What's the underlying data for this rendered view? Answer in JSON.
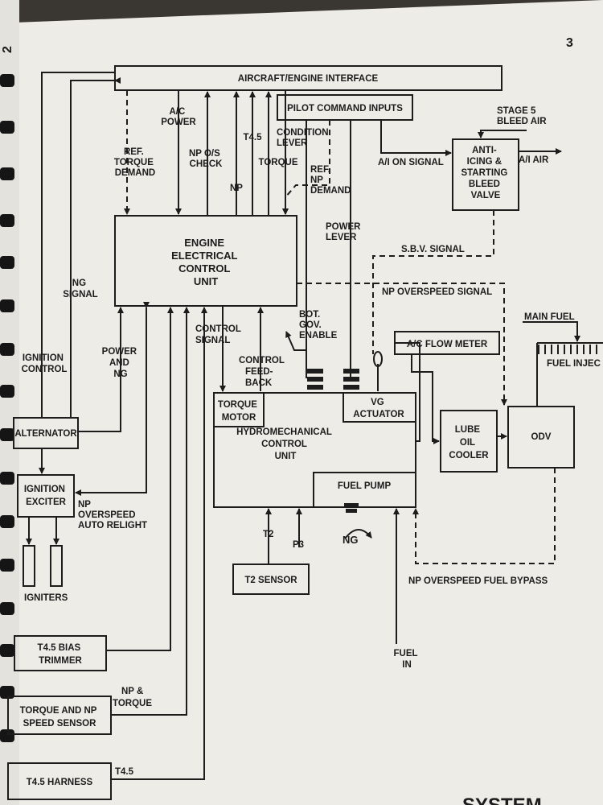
{
  "page": {
    "page_number": "3",
    "left_page_number": "2",
    "footer_fragment": "SYSTEM"
  },
  "blocks": {
    "interface": "AIRCRAFT/ENGINE INTERFACE",
    "pilot_inputs": "PILOT COMMAND INPUTS",
    "anti_icing": [
      "ANTI-",
      "ICING &",
      "STARTING",
      "BLEED",
      "VALVE"
    ],
    "eecu": [
      "ENGINE",
      "ELECTRICAL",
      "CONTROL",
      "UNIT"
    ],
    "alternator": "ALTERNATOR",
    "ignition_exciter": [
      "IGNITION",
      "EXCITER"
    ],
    "igniters": "IGNITERS",
    "torque_motor": [
      "TORQUE",
      "MOTOR"
    ],
    "vg_actuator": [
      "VG",
      "ACTUATOR"
    ],
    "hmu": [
      "HYDROMECHANICAL",
      "CONTROL",
      "UNIT"
    ],
    "fuel_pump": "FUEL PUMP",
    "lube_oil_cooler": [
      "LUBE",
      "OIL",
      "COOLER"
    ],
    "odv": "ODV",
    "flow_meter": "A/C FLOW METER",
    "t2_sensor": "T2 SENSOR",
    "t45_bias": [
      "T4.5 BIAS",
      "TRIMMER"
    ],
    "torque_np_sensor": [
      "TORQUE AND NP",
      "SPEED SENSOR"
    ],
    "t45_harness": "T4.5 HARNESS"
  },
  "labels": {
    "ac_power": [
      "A/C",
      "POWER"
    ],
    "ref_torque": [
      "REF.",
      "TORQUE",
      "DEMAND"
    ],
    "np_os_check": [
      "NP O/S",
      "CHECK"
    ],
    "np": "NP",
    "t45": "T4.5",
    "torque": "TORQUE",
    "condition_lever": [
      "CONDITION",
      "LEVER"
    ],
    "ref_np_demand": [
      "REF.",
      "NP",
      "DEMAND"
    ],
    "power_lever": [
      "POWER",
      "LEVER"
    ],
    "stage5": [
      "STAGE 5",
      "BLEED AIR"
    ],
    "ai_on_signal": "A/I ON SIGNAL",
    "ai_air": "A/I AIR",
    "sbv_signal": "S.B.V. SIGNAL",
    "np_overspeed_signal": "NP OVERSPEED SIGNAL",
    "ng_signal": [
      "NG",
      "SIGNAL"
    ],
    "ignition_control": [
      "IGNITION",
      "CONTROL"
    ],
    "power_and_ng": [
      "POWER",
      "AND",
      "NG"
    ],
    "control_signal": [
      "CONTROL",
      "SIGNAL"
    ],
    "control_feedback": [
      "CONTROL",
      "FEED-",
      "BACK"
    ],
    "bot_gov": [
      "BOT.",
      "GOV.",
      "ENABLE"
    ],
    "main_fuel": "MAIN FUEL",
    "fuel_injec": "FUEL INJEC",
    "np_overspeed_relight": [
      "NP",
      "OVERSPEED",
      "AUTO RELIGHT"
    ],
    "t2": "T2",
    "p3": "P3",
    "ng": "NG",
    "np_fuel_bypass": "NP OVERSPEED FUEL BYPASS",
    "fuel_in": [
      "FUEL",
      "IN"
    ],
    "np_and_torque": [
      "NP &",
      "TORQUE"
    ],
    "t45_harness_signal": "T4.5"
  }
}
